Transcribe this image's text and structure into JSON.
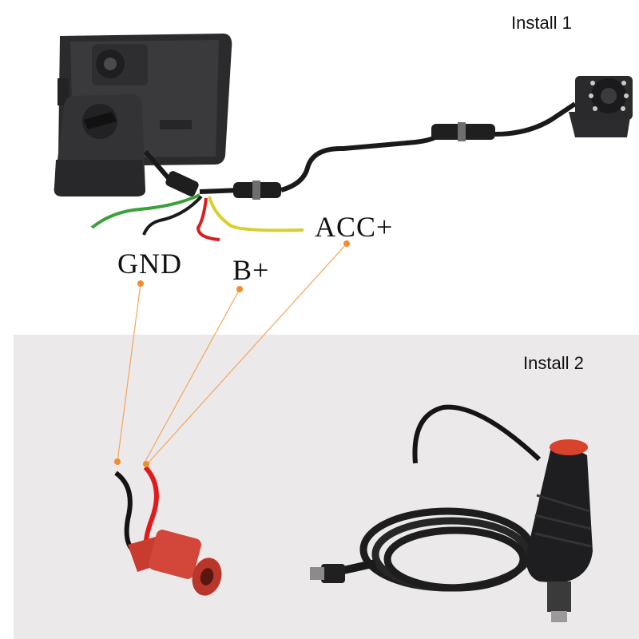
{
  "titles": {
    "install1": "Install 1",
    "install2": "Install 2"
  },
  "labels": {
    "gnd": "GND",
    "bplus": "B+",
    "accplus": "ACC+"
  },
  "colors": {
    "panel2_bg": "#ece9ea",
    "leader": "#f3a55c",
    "leader_dot": "#f28c2c",
    "wire_green": "#3aa03a",
    "wire_black": "#1a1a1a",
    "wire_red": "#d91e1e",
    "wire_yellow": "#d8cf2a",
    "connector_red": "#d2473a"
  }
}
